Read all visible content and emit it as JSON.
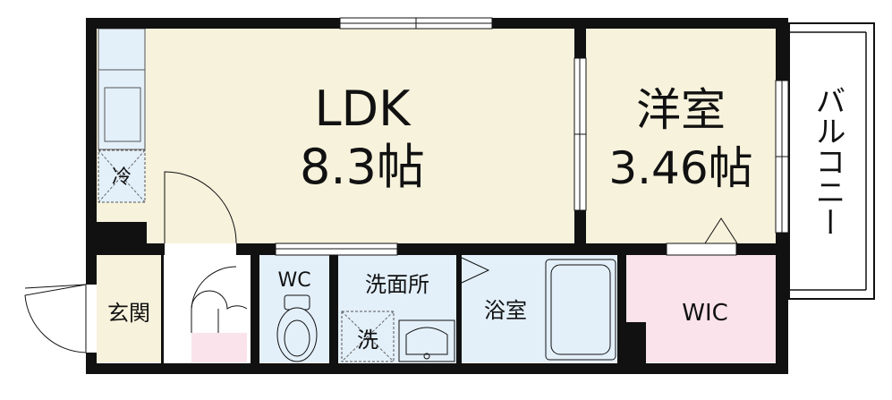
{
  "rooms": {
    "ldk": {
      "name": "LDK",
      "size": "8.3帖",
      "color": "#f7f2dc"
    },
    "western": {
      "name": "洋室",
      "size": "3.46帖",
      "color": "#f7f2dc"
    },
    "balcony": {
      "name": "バルコニー"
    },
    "genkan": {
      "name": "玄関",
      "color": "#f7f2dc"
    },
    "wc": {
      "name": "WC",
      "color": "#e3f0fa"
    },
    "washroom": {
      "name": "洗面所",
      "color": "#e3f0fa"
    },
    "bath": {
      "name": "浴室",
      "color": "#e3f0fa"
    },
    "wic": {
      "name": "WIC",
      "color": "#fbe3ec"
    }
  },
  "fixtures": {
    "fridge": "冷",
    "washer": "洗"
  },
  "colors": {
    "wall": "#111111",
    "kitchen": "#e3f0fa"
  }
}
